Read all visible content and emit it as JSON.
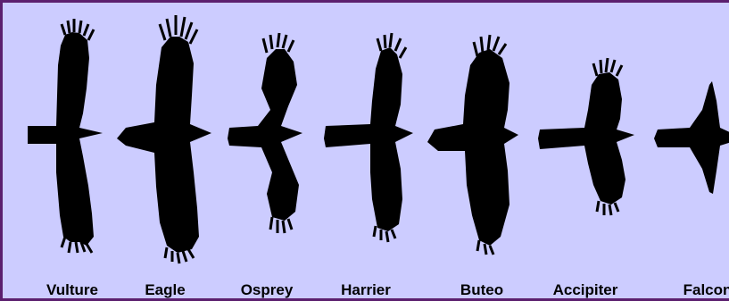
{
  "colors": {
    "background": "#ccccff",
    "border": "#5b1f6e",
    "silhouette": "#000000"
  },
  "birds": [
    {
      "label": "Vulture",
      "icon": "vulture-silhouette-icon"
    },
    {
      "label": "Eagle",
      "icon": "eagle-silhouette-icon"
    },
    {
      "label": "Osprey",
      "icon": "osprey-silhouette-icon"
    },
    {
      "label": "Harrier",
      "icon": "harrier-silhouette-icon"
    },
    {
      "label": "Buteo",
      "icon": "buteo-silhouette-icon"
    },
    {
      "label": "Accipiter",
      "icon": "accipiter-silhouette-icon"
    },
    {
      "label": "Falcon",
      "icon": "falcon-silhouette-icon"
    }
  ]
}
